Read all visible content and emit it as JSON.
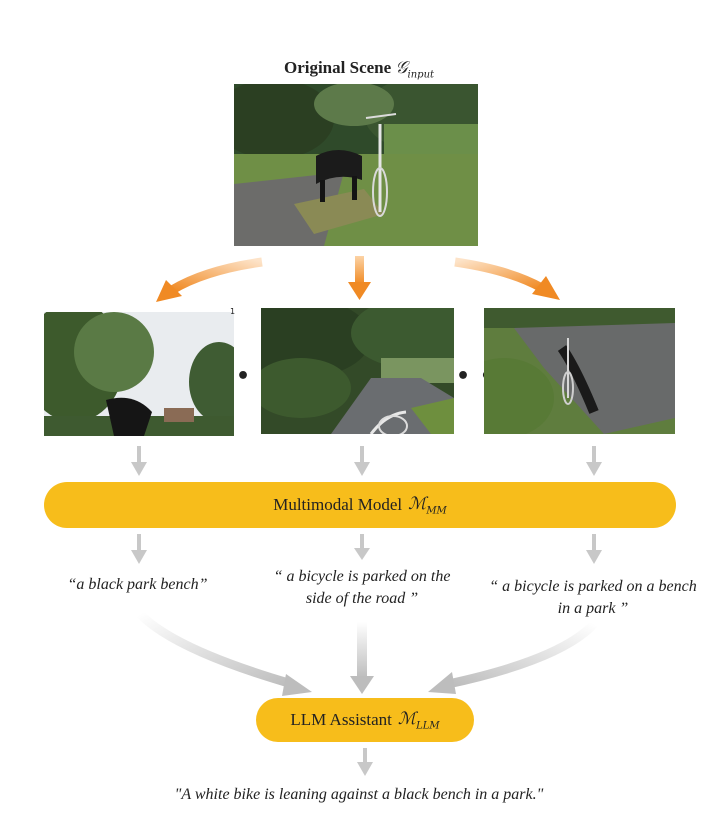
{
  "title": {
    "bold_text": "Original Scene",
    "symbol": "𝒢",
    "subscript": "input"
  },
  "view_marker": "1",
  "ellipsis": "• • •",
  "multimodal_model": {
    "label": "Multimodal Model",
    "symbol": "ℳ",
    "subscript": "MM"
  },
  "captions": [
    "“a black park bench”",
    "“ a bicycle is parked on the side of the road ”",
    "“ a bicycle is parked on a bench in a park ”"
  ],
  "llm_assistant": {
    "label": "LLM Assistant",
    "symbol": "ℳ",
    "subscript": "LLM"
  },
  "final_caption": "\"A white bike is leaning against a black bench in a park.\"",
  "colors": {
    "model_box": "#f7bd1b",
    "gray_arrow": "#c8c8c8",
    "orange_arrow": "#f08a24"
  }
}
